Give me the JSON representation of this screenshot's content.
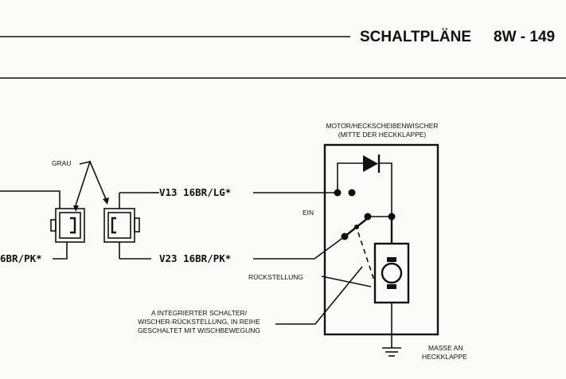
{
  "header": {
    "section": "SCHALTPLÄNE",
    "page": "8W - 149"
  },
  "motor": {
    "title_line1": "MOTOR/HECKSCHEIBENWISCHER",
    "title_line2": "(MITTE DER HECKKLAPPE)"
  },
  "connector": {
    "color_label": "GRAU"
  },
  "wires": {
    "top": "V13 16BR/LG*",
    "bottom": "V23 16BR/PK*",
    "left_cut": "6BR/PK*"
  },
  "switch": {
    "on_label": "EIN",
    "park_label": "RÜCKSTELLUNG"
  },
  "note": {
    "line1": "A INTEGRIERTER SCHALTER/",
    "line2": "WISCHER-RÜCKSTELLUNG, IN REIHE",
    "line3": "GESCHALTET MIT WISCHBEWEGUNG"
  },
  "ground": {
    "line1": "MASSE AN",
    "line2": "HECKKLAPPE"
  }
}
